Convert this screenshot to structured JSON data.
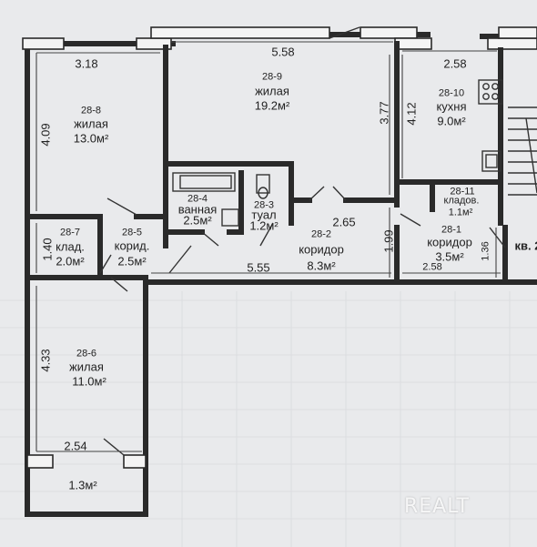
{
  "rooms": [
    {
      "id": "r288",
      "code": "28-8",
      "name": "жилая",
      "area": "13.0м²"
    },
    {
      "id": "r289",
      "code": "28-9",
      "name": "жилая",
      "area": "19.2м²"
    },
    {
      "id": "r2810",
      "code": "28-10",
      "name": "кухня",
      "area": "9.0м²"
    },
    {
      "id": "r284",
      "code": "28-4",
      "name": "ванная",
      "area": "2.5м²"
    },
    {
      "id": "r283",
      "code": "28-3",
      "name": "туал",
      "area": "1.2м²"
    },
    {
      "id": "r2811",
      "code": "28-11",
      "name": "кладов.",
      "area": "1.1м²"
    },
    {
      "id": "r287",
      "code": "28-7",
      "name": "клад.",
      "area": "2.0м²"
    },
    {
      "id": "r285",
      "code": "28-5",
      "name": "корид.",
      "area": "2.5м²"
    },
    {
      "id": "r282",
      "code": "28-2",
      "name": "коридор",
      "area": "8.3м²"
    },
    {
      "id": "r281",
      "code": "28-1",
      "name": "коридор",
      "area": "3.5м²"
    },
    {
      "id": "r286",
      "code": "28-6",
      "name": "жилая",
      "area": "11.0м²"
    }
  ],
  "balcony_area": "1.3м²",
  "dimensions": {
    "d_318": "3.18",
    "d_558": "5.58",
    "d_258top": "2.58",
    "d_409": "4.09",
    "d_377": "3.77",
    "d_412": "4.12",
    "d_265": "2.65",
    "d_199": "1.99",
    "d_140": "1.40",
    "d_555": "5.55",
    "d_258bot": "2.58",
    "d_136": "1.36",
    "d_433": "4.33",
    "d_254": "2.54"
  },
  "neighbor_label": "кв. 2",
  "watermark": "REALT"
}
